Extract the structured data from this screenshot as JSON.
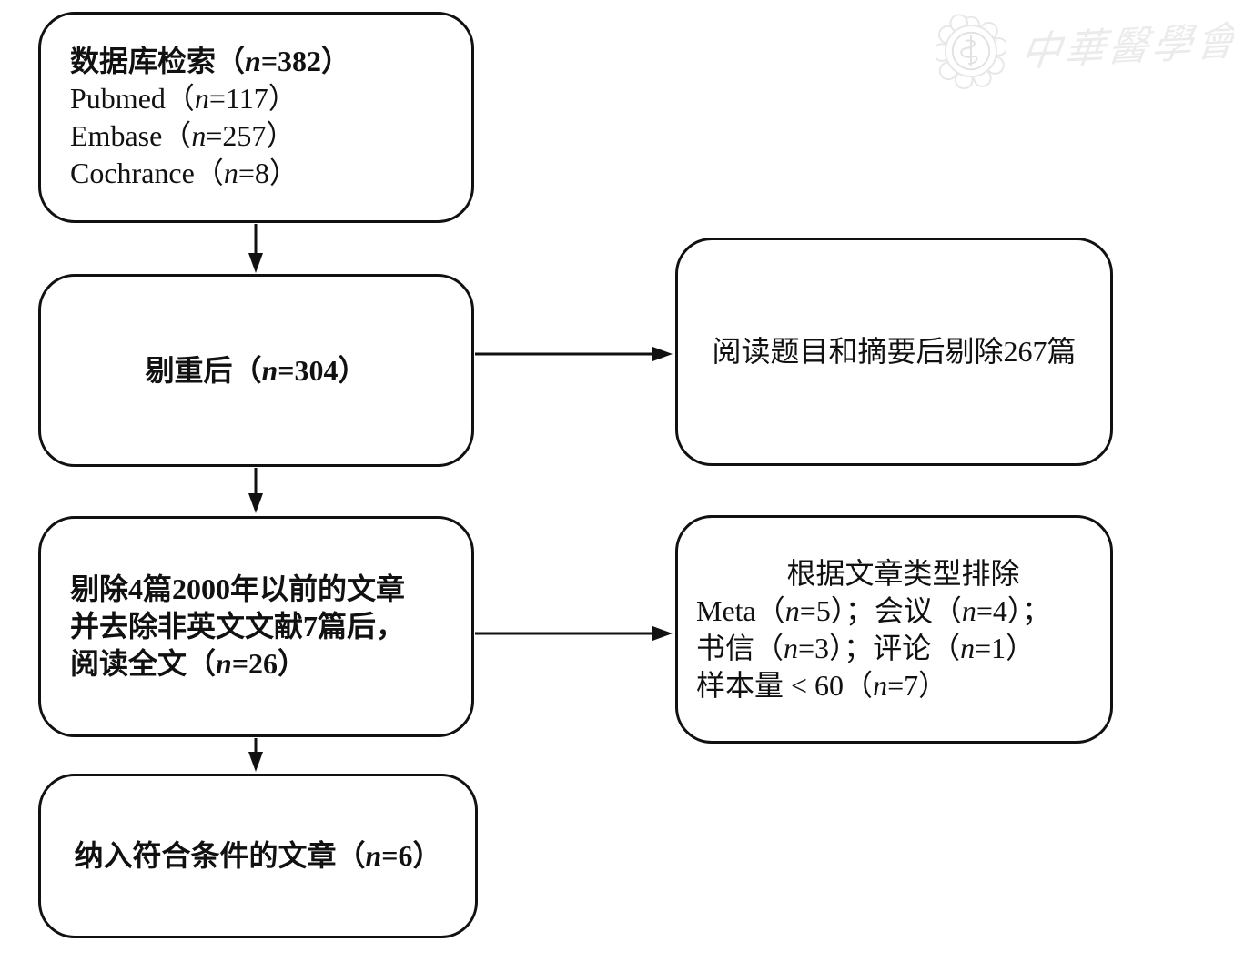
{
  "watermark": {
    "logo": "chinese-medical-association-seal",
    "text": "中華醫學會",
    "color": "#ebebeb"
  },
  "style": {
    "stroke_color": "#111111",
    "background": "#ffffff"
  },
  "flowchart": {
    "boxes": [
      {
        "id": "database-search",
        "lines": [
          {
            "text": "数据库检索（n=382）",
            "bold": true
          },
          {
            "text": "Pubmed（n=117）"
          },
          {
            "text": "Embase（n=257）"
          },
          {
            "text": "Cochrance（n=8）"
          }
        ]
      },
      {
        "id": "after-dedup",
        "lines": [
          {
            "text": "剔重后（n=304）",
            "bold": true,
            "center": true
          }
        ]
      },
      {
        "id": "excluded-title-abstract",
        "lines": [
          {
            "text": "阅读题目和摘要后剔除267篇",
            "center": true
          }
        ]
      },
      {
        "id": "fulltext-review",
        "lines": [
          {
            "text": "剔除4篇2000年以前的文章",
            "bold": true
          },
          {
            "text": "并去除非英文文献7篇后，",
            "bold": true
          },
          {
            "text": "阅读全文（n=26）",
            "bold": true
          }
        ]
      },
      {
        "id": "excluded-by-type",
        "lines": [
          {
            "text": "根据文章类型排除",
            "center": true
          },
          {
            "text": "Meta（n=5）；会议（n=4）；"
          },
          {
            "text": "书信（n=3）；评论（n=1）"
          },
          {
            "text": "样本量 < 60（n=7）"
          }
        ]
      },
      {
        "id": "included",
        "lines": [
          {
            "text": "纳入符合条件的文章（n=6）",
            "bold": true,
            "center": true
          }
        ]
      }
    ]
  }
}
